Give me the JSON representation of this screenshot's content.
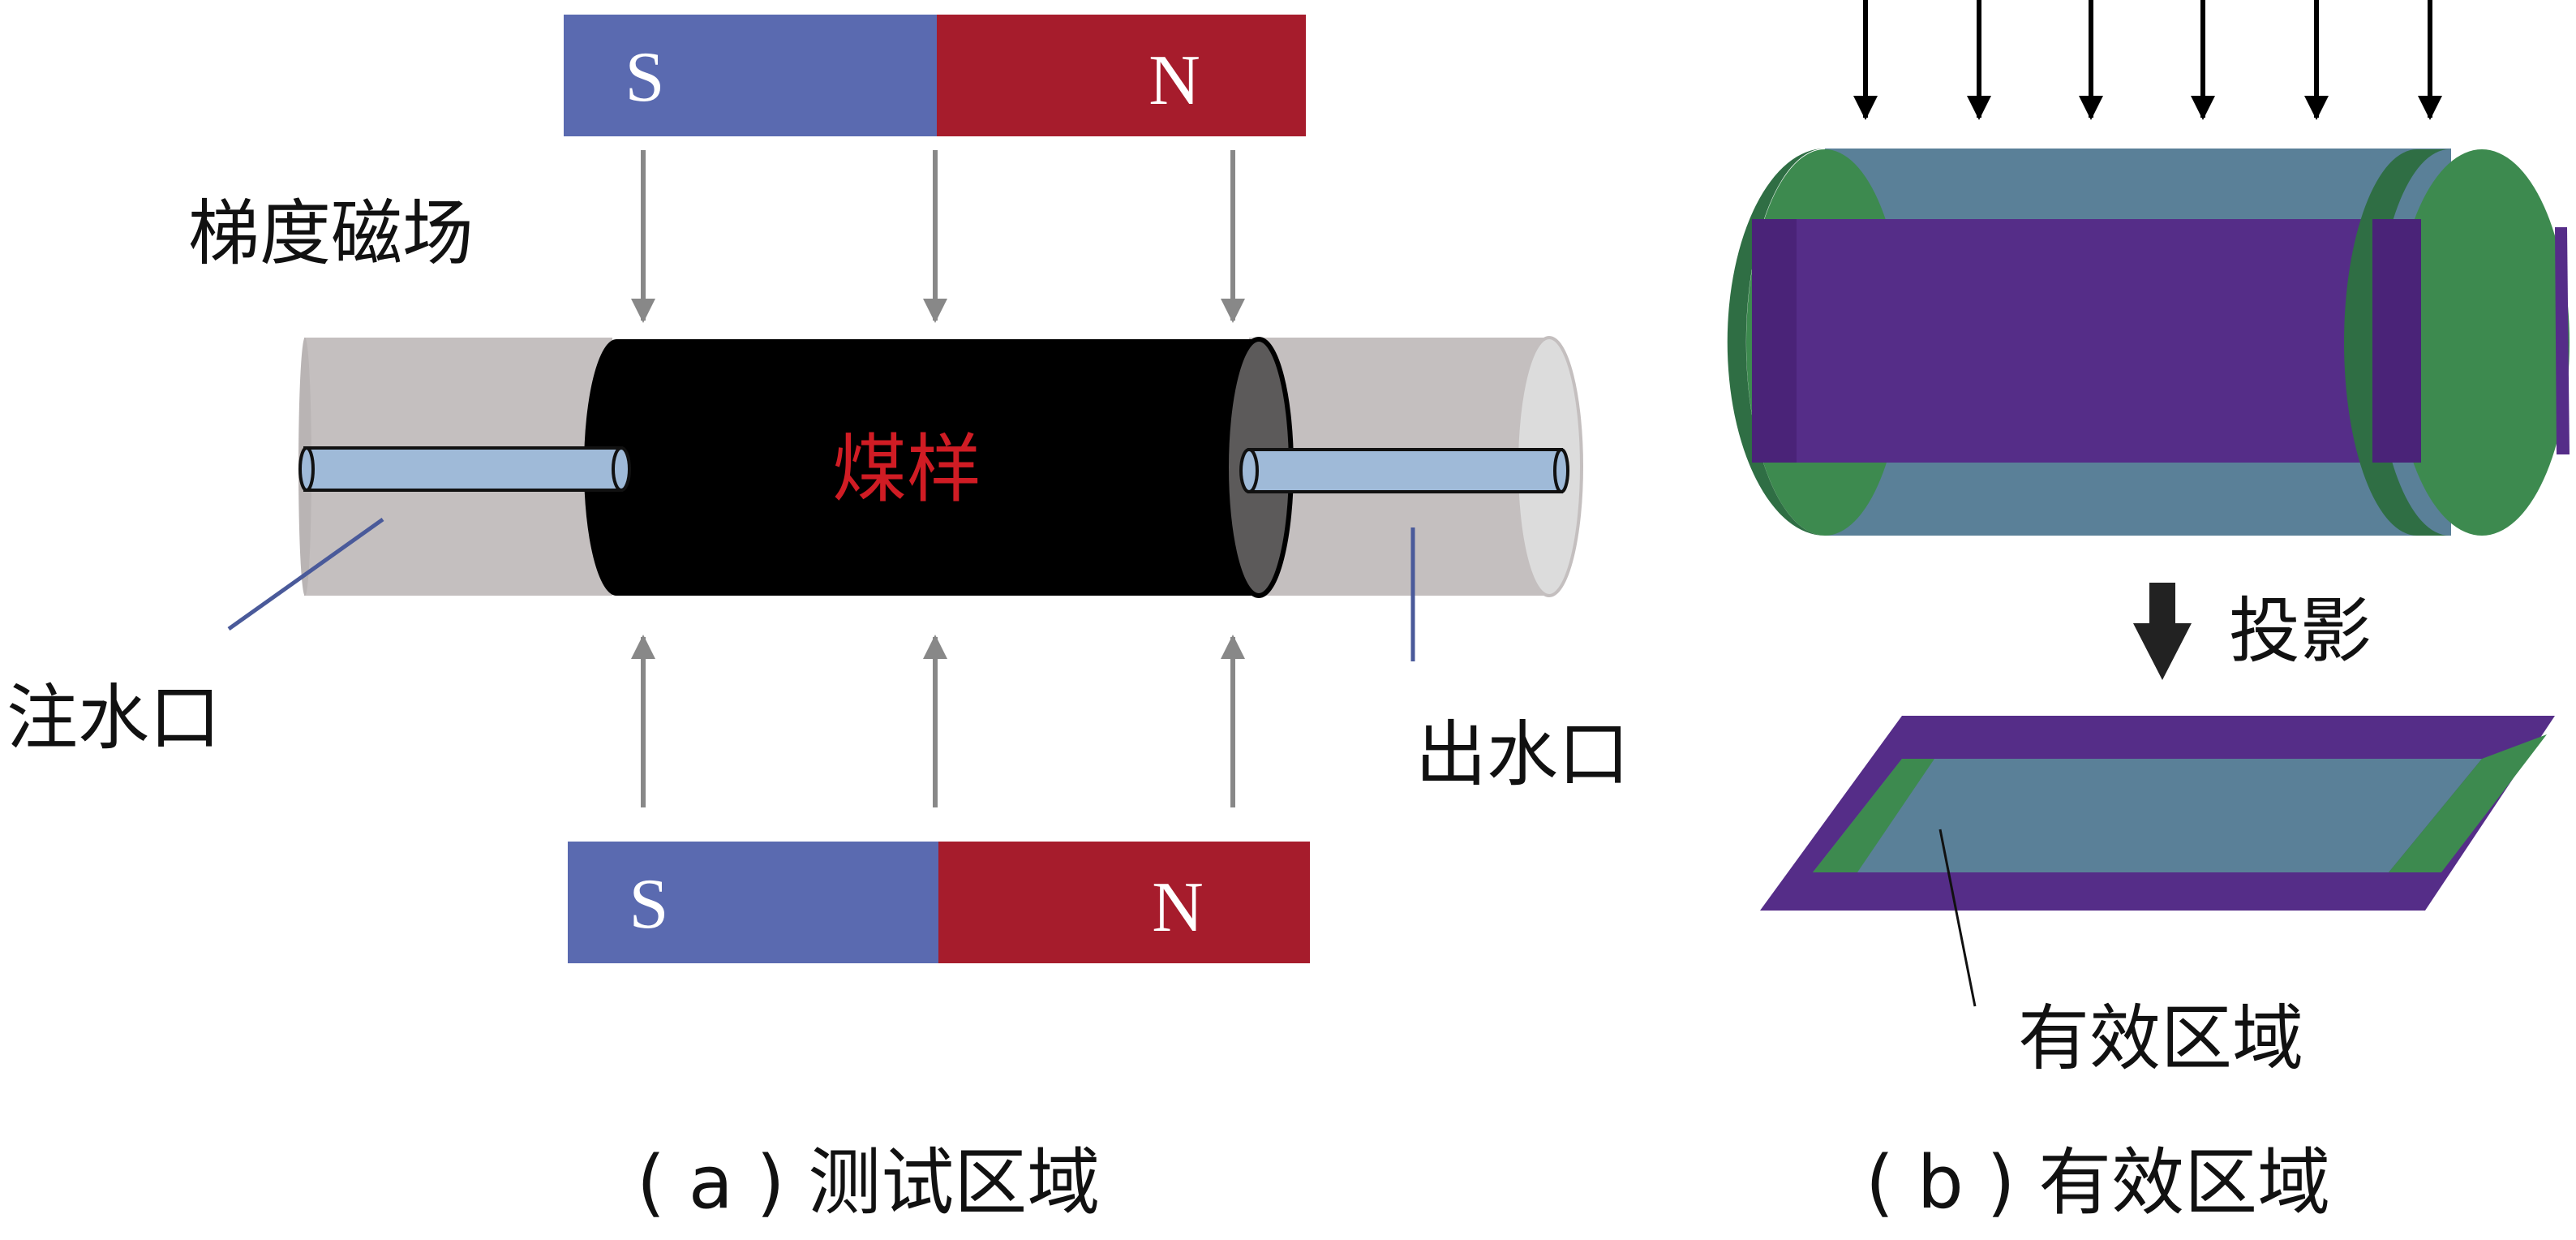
{
  "labels": {
    "magnet_s": "S",
    "magnet_n": "N",
    "gradient_field": "梯度磁场",
    "coal_sample": "煤样",
    "inlet": "注水口",
    "outlet": "出水口",
    "projection": "投影",
    "effective_area": "有效区域",
    "caption_a": "( a ) 测试区域",
    "caption_b": "( b ) 有效区域"
  },
  "colors": {
    "magnet_s": "#5a6ab0",
    "magnet_n": "#a61c2c",
    "coal": "#000000",
    "sample_label": "#d01c24",
    "holder": "#c4bfbf",
    "pipe": "#9fbad8",
    "field_arrow": "#888888",
    "leader_line": "#4a5a9a",
    "green": "#3d8a4f",
    "green_dark": "#2f6e44",
    "purple": "#552d88",
    "purple_dark": "#4a2378",
    "steel_blue": "#5a8098"
  }
}
